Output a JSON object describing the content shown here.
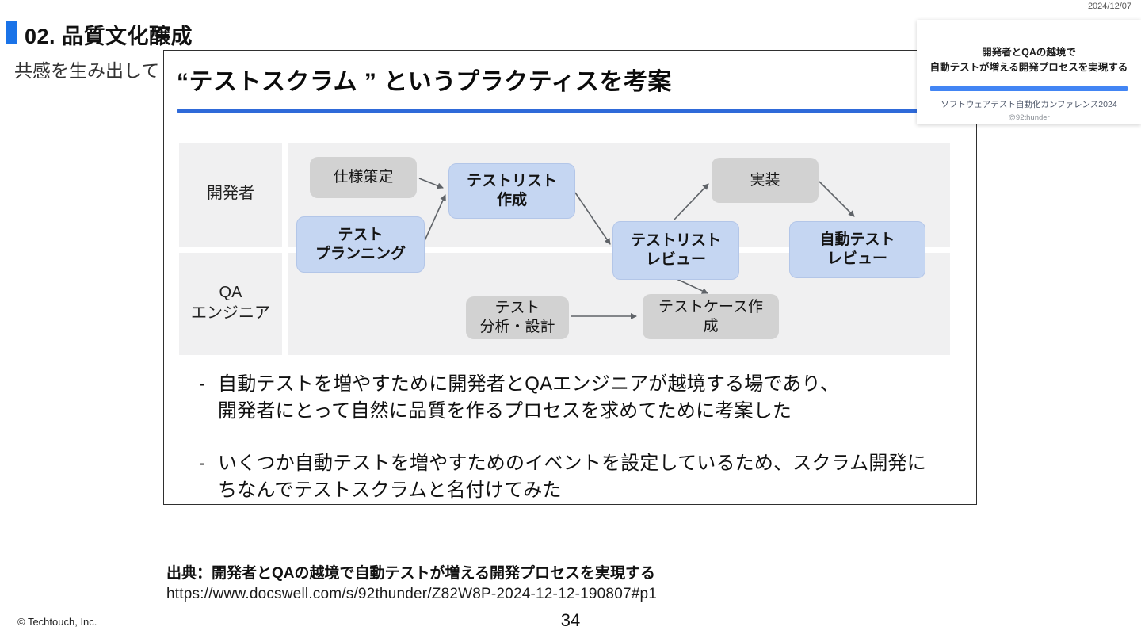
{
  "page": {
    "date": "2024/12/07",
    "section_title": "02. 品質文化醸成",
    "subtitle": "共感を生み出して",
    "page_number": "34",
    "copyright": "© Techtouch, Inc."
  },
  "source": {
    "label": "出典：",
    "title": "開発者とQAの越境で自動テストが増える開発プロセスを実現する",
    "url": "https://www.docswell.com/s/92thunder/Z82W8P-2024-12-12-190807#p1"
  },
  "slide": {
    "title": "“テストスクラム ” というプラクティスを考案",
    "diagram": {
      "lanes": [
        {
          "label": "開発者"
        },
        {
          "label": "QA\nエンジニア"
        }
      ],
      "nodes": [
        {
          "id": "spec",
          "label": "仕様策定",
          "style": "gray"
        },
        {
          "id": "testlist",
          "label": "テストリスト\n作成",
          "style": "blue"
        },
        {
          "id": "planning",
          "label": "テスト\nプランニング",
          "style": "blue"
        },
        {
          "id": "impl",
          "label": "実装",
          "style": "gray"
        },
        {
          "id": "listrev",
          "label": "テストリスト\nレビュー",
          "style": "blue"
        },
        {
          "id": "autorev",
          "label": "自動テスト\nレビュー",
          "style": "blue"
        },
        {
          "id": "analysis",
          "label": "テスト\n分析・設計",
          "style": "gray"
        },
        {
          "id": "case",
          "label": "テストケース作\n成",
          "style": "gray"
        }
      ]
    },
    "bullets": [
      {
        "marker": "-",
        "text": "自動テストを増やすために開発者とQAエンジニアが越境する場であり、\n開発者にとって自然に品質を作るプロセスを求めてために考案した"
      },
      {
        "marker": "-",
        "text": "いくつか自動テストを増やすためのイベントを設定しているため、スクラム開発に\nちなんでテストスクラムと名付けてみた"
      }
    ]
  },
  "credit_card": {
    "title_line1": "開発者とQAの越境で",
    "title_line2": "自動テストが増える開発プロセスを実現する",
    "conference": "ソフトウェアテスト自動化カンファレンス2024",
    "handle": "@92thunder"
  },
  "colors": {
    "accent_blue": "#1a73e8",
    "slide_underline_blue": "#2f6ad9",
    "card_bar_blue": "#4285f4",
    "node_blue": "#c5d6f2",
    "node_gray": "#d2d2d2",
    "lane_background": "#f0f0f1"
  }
}
